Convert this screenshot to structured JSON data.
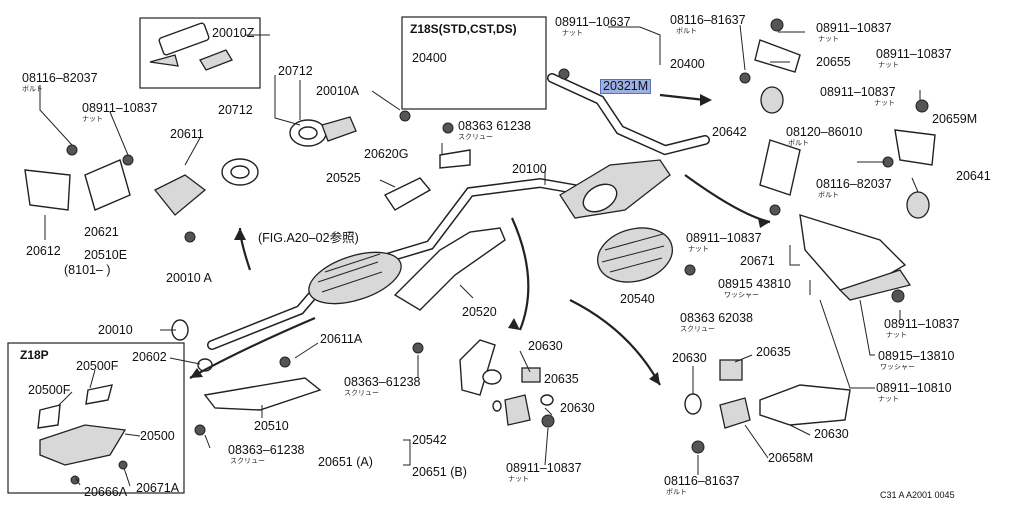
{
  "variant_box": {
    "header": "Z18S(STD,CST,DS)",
    "part": "20400"
  },
  "z18p_box": {
    "header": "Z18P"
  },
  "labels": {
    "p20010z": "20010Z",
    "p08116_82037_a": "08116–82037",
    "p08911_10837_a": "08911–10837",
    "p20611": "20611",
    "p20712_a": "20712",
    "p20712_b": "20712",
    "p20010a_a": "20010A",
    "p08363_61238_a": "08363  61238",
    "p20620g": "20620G",
    "p20525": "20525",
    "p20621": "20621",
    "p20612": "20612",
    "p20510e": "20510E",
    "p8101": "(8101–          )",
    "p20010a_b": "20010 A",
    "figref": "(FIG.A20–02参照)",
    "p20100": "20100",
    "p08911_10637": "08911–10637",
    "p20400": "20400",
    "p20321m": "20321M",
    "p08116_81637_a": "08116–81637",
    "p08911_10837_b": "08911–10837",
    "p20655": "20655",
    "p08911_10837_c": "08911–10837",
    "p08911_10837_d": "08911–10837",
    "p20642": "20642",
    "p08120_86010": "08120–86010",
    "p20659m": "20659M",
    "p08116_82037_b": "08116–82037",
    "p20641": "20641",
    "p08911_10837_e": "08911–10837",
    "p20671": "20671",
    "p08915_43810": "08915  43810",
    "p20540": "20540",
    "p08363_62038": "08363  62038",
    "p08911_10837_f": "08911–10837",
    "p08915_13810": "08915–13810",
    "p08911_10810": "08911–10810",
    "p20010": "20010",
    "p20602": "20602",
    "p20611a": "20611A",
    "p20520": "20520",
    "p08363_61238_b": "08363–61238",
    "p20510": "20510",
    "p08363_61238_c": "08363–61238",
    "p20630_a": "20630",
    "p20635_a": "20635",
    "p20630_b": "20630",
    "p20630_c": "20630",
    "p20635_b": "20635",
    "p20630_d": "20630",
    "p20542": "20542",
    "p20651a": "20651 (A)",
    "p20651b": "20651 (B)",
    "p08911_10837_g": "08911–10837",
    "p20658m": "20658M",
    "p08116_81637_b": "08116–81637",
    "p20500f_a": "20500F",
    "p20500f_b": "20500F",
    "p20500": "20500",
    "p20666a": "20666A",
    "p20671a": "20671A"
  },
  "subs": {
    "bolt": "ボルト",
    "nut": "ナット",
    "screw": "スクリュー",
    "washer": "ワッシャー"
  },
  "footer": {
    "code": "C31 A A2001 0045"
  },
  "colors": {
    "highlight": "#9db0e6",
    "ink": "#222222"
  }
}
